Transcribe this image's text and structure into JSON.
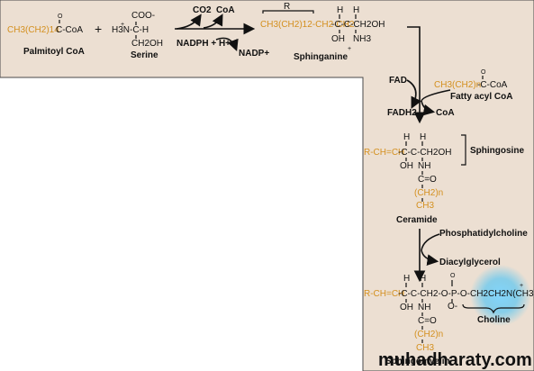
{
  "colors": {
    "panel": "#ecdfd2",
    "border": "#4a4a4a",
    "orange": "#d4901f",
    "glow": "#5bc6f2"
  },
  "molecules": {
    "palmitoyl_coa": {
      "chain": "CH3(CH2)14",
      "group": "C-CoA",
      "o": "O",
      "label": "Palmitoyl CoA"
    },
    "plus": "+",
    "serine": {
      "coo": "COO-",
      "h3n": "H3N-C-H",
      "ch2oh": "CH2OH",
      "plus_sign": "+",
      "label": "Serine"
    },
    "co2": "CO2",
    "coa_release": "CoA",
    "nadph": "NADPH + H+",
    "nadp": "NADP+",
    "sphinganine": {
      "r": "R",
      "chain": "CH3(CH2)12-CH2-CH2",
      "body": "-C-C-CH2OH",
      "h1": "H",
      "h2": "H",
      "oh": "OH",
      "nh3": "NH3",
      "plus_sign": "+",
      "label": "Sphinganine"
    },
    "fad": "FAD",
    "fadh2": "FADH2",
    "coa_out": "CoA",
    "fatty_acyl_coa": {
      "chain": "CH3(CH2)n",
      "group": "-C-CoA",
      "o": "O",
      "label": "Fatty acyl CoA"
    },
    "sphingosine": {
      "r": "R-CH=CH",
      "body": "-C-C-CH2OH",
      "h1": "H",
      "h2": "H",
      "oh": "OH",
      "nh": "NH",
      "co": "C=O",
      "ch2n": "(CH2)n",
      "ch3": "CH3",
      "label": "Sphingosine"
    },
    "ceramide": {
      "label": "Ceramide"
    },
    "phosphatidylcholine": "Phosphatidylcholine",
    "diacylglycerol": "Diacylglycerol",
    "sphingomyelin": {
      "r": "R-CH=CH",
      "body": "-C-C-CH2-O-P-O-CH2CH2N(CH3)3",
      "plus_sign": "+",
      "h1": "H",
      "h2": "H",
      "oh": "OH",
      "nh": "NH",
      "o_top": "O",
      "o_bot": "O-",
      "co": "C=O",
      "ch2n": "(CH2)n",
      "ch3": "CH3",
      "label": "Sphingomyelin"
    },
    "choline": "Choline"
  },
  "watermark": "muhadharaty.com"
}
